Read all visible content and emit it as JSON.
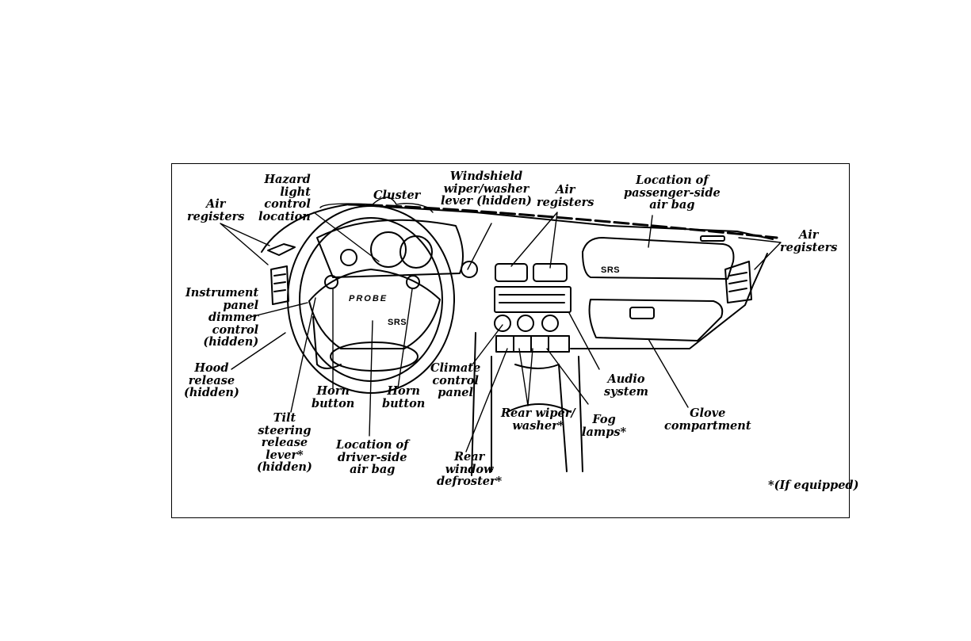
{
  "labels": {
    "air_registers_left": "Air\nregisters",
    "hazard": "Hazard\nlight\ncontrol\nlocation",
    "cluster": "Cluster",
    "windshield": "Windshield\nwiper/washer\nlever (hidden)",
    "air_registers_center": "Air\nregisters",
    "passenger_airbag": "Location of\npassenger-side\nair bag",
    "air_registers_right": "Air\nregisters",
    "instrument_panel": "Instrument\npanel\ndimmer\ncontrol\n(hidden)",
    "hood_release": "Hood\nrelease\n(hidden)",
    "horn_left": "Horn\nbutton",
    "horn_right": "Horn\nbutton",
    "climate": "Climate\ncontrol\npanel",
    "audio": "Audio\nsystem",
    "tilt": "Tilt\nsteering\nrelease\nlever*\n(hidden)",
    "driver_airbag": "Location of\ndriver-side\nair bag",
    "rear_wiper": "Rear wiper/\nwasher*",
    "fog": "Fog\nlamps*",
    "glove": "Glove\ncompartment",
    "rear_defroster": "Rear\nwindow\ndefroster*",
    "footnote": "*(If equipped)"
  },
  "badges": {
    "srs_wheel": "SRS",
    "srs_passenger": "SRS",
    "brand": "PROBE"
  }
}
